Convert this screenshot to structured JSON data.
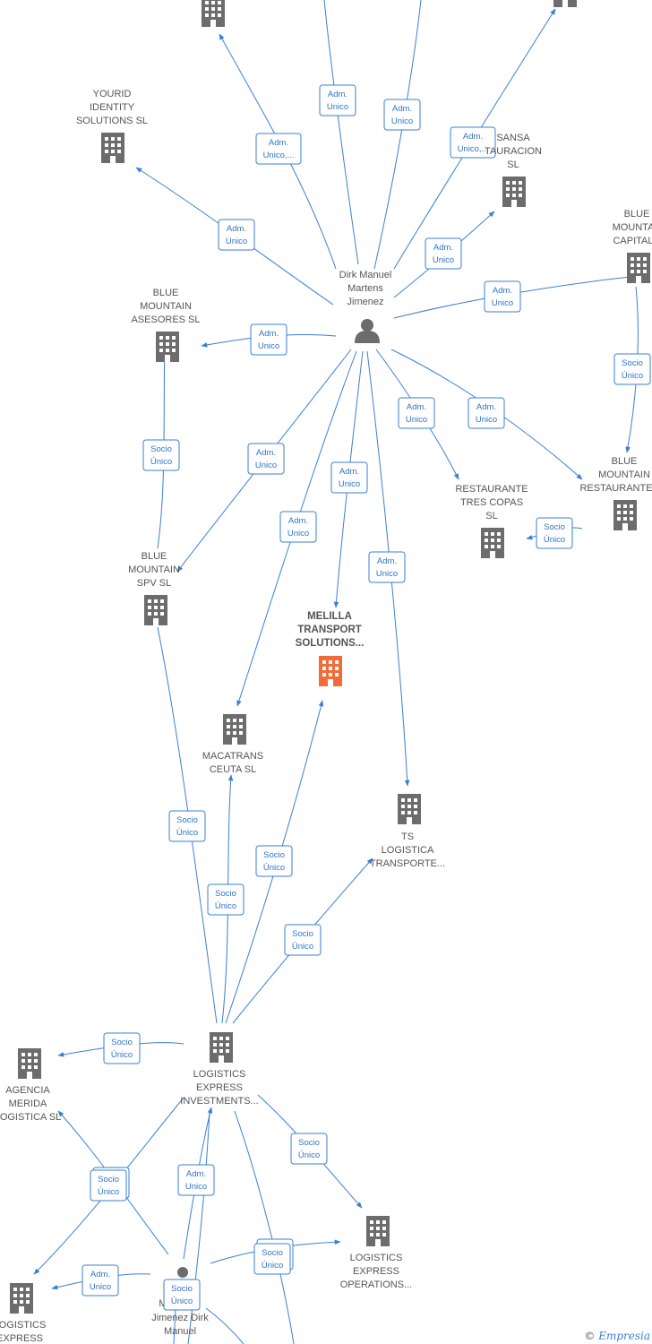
{
  "colors": {
    "edge": "#3a7fd5",
    "node": "#6c6c6c",
    "highlight": "#f26b3a"
  },
  "nodes": [
    {
      "id": "top-left-company",
      "label": [],
      "icon": "building-icon"
    },
    {
      "id": "top-right-company",
      "label": [],
      "icon": "building-icon"
    },
    {
      "id": "yourid",
      "label": [
        "YOURID",
        "IDENTITY",
        "SOLUTIONS SL"
      ],
      "icon": "building-icon"
    },
    {
      "id": "sansa",
      "label": [
        "SANSA",
        "TAURACION",
        "SL"
      ],
      "icon": "building-icon"
    },
    {
      "id": "blue-mountain-capital",
      "label": [
        "BLUE",
        "MOUNTA",
        "CAPITAL"
      ],
      "icon": "building-icon"
    },
    {
      "id": "dirk",
      "label": [
        "Dirk Manuel",
        "Martens",
        "Jimenez"
      ],
      "icon": "person-icon"
    },
    {
      "id": "blue-mountain-asesores",
      "label": [
        "BLUE",
        "MOUNTAIN",
        "ASESORES SL"
      ],
      "icon": "building-icon"
    },
    {
      "id": "restaurante-tres-copas",
      "label": [
        "RESTAURANTE",
        "TRES COPAS",
        "SL"
      ],
      "icon": "building-icon"
    },
    {
      "id": "blue-mountain-restaurantes",
      "label": [
        "BLUE",
        "MOUNTAIN",
        "RESTAURANTE"
      ],
      "icon": "building-icon"
    },
    {
      "id": "blue-mountain-spv",
      "label": [
        "BLUE",
        "MOUNTAIN",
        "SPV SL"
      ],
      "icon": "building-icon"
    },
    {
      "id": "melilla",
      "label": [
        "MELILLA",
        "TRANSPORT",
        "SOLUTIONS..."
      ],
      "icon": "building-icon",
      "highlight": true
    },
    {
      "id": "macatrans",
      "label": [
        "MACATRANS",
        "CEUTA SL"
      ],
      "icon": "building-icon"
    },
    {
      "id": "ts-logistica",
      "label": [
        "TS",
        "LOGISTICA",
        "TRANSPORTE..."
      ],
      "icon": "building-icon"
    },
    {
      "id": "logistics-express-investments",
      "label": [
        "LOGISTICS",
        "EXPRESS",
        "INVESTMENTS..."
      ],
      "icon": "building-icon"
    },
    {
      "id": "agencia-merida",
      "label": [
        "AGENCIA",
        "MERIDA",
        "LOGISTICA SL"
      ],
      "icon": "building-icon"
    },
    {
      "id": "logistics-express-operations",
      "label": [
        "LOGISTICS",
        "EXPRESS",
        "OPERATIONS..."
      ],
      "icon": "building-icon"
    },
    {
      "id": "logistics-express-bottom",
      "label": [
        "LOGISTICS",
        "EXPRESS"
      ],
      "icon": "building-icon"
    },
    {
      "id": "jimenez-dirk",
      "label": [
        "M",
        "Jimenez Dirk",
        "Manuel"
      ],
      "icon": "person-icon"
    }
  ],
  "edges": [
    {
      "id": "dirk-topleft",
      "label": [
        "Adm.",
        "Unico,..."
      ]
    },
    {
      "id": "dirk-topA",
      "label": [
        "Adm.",
        "Unico"
      ]
    },
    {
      "id": "dirk-topB",
      "label": [
        "Adm.",
        "Unico"
      ]
    },
    {
      "id": "dirk-topright",
      "label": [
        "Adm.",
        "Unico,..."
      ]
    },
    {
      "id": "dirk-yourid",
      "label": [
        "Adm.",
        "Unico"
      ]
    },
    {
      "id": "dirk-sansa",
      "label": [
        "Adm.",
        "Unico"
      ]
    },
    {
      "id": "dirk-bmcapital",
      "label": [
        "Adm.",
        "Unico"
      ]
    },
    {
      "id": "dirk-asesores",
      "label": [
        "Adm.",
        "Unico"
      ]
    },
    {
      "id": "dirk-tres",
      "label": [
        "Adm.",
        "Unico"
      ]
    },
    {
      "id": "dirk-bmrest",
      "label": [
        "Adm.",
        "Unico"
      ]
    },
    {
      "id": "dirk-spv",
      "label": [
        "Adm.",
        "Unico"
      ]
    },
    {
      "id": "dirk-melilla",
      "label": [
        "Adm.",
        "Unico"
      ]
    },
    {
      "id": "dirk-macatrans",
      "label": [
        "Adm.",
        "Unico"
      ]
    },
    {
      "id": "dirk-ts",
      "label": [
        "Adm.",
        "Unico"
      ]
    },
    {
      "id": "bmcap-bmrest",
      "label": [
        "Socio",
        "Único"
      ]
    },
    {
      "id": "bmrest-tres",
      "label": [
        "Socio",
        "Único"
      ]
    },
    {
      "id": "spv-asesores",
      "label": [
        "Socio",
        "Único"
      ]
    },
    {
      "id": "lei-spv",
      "label": [
        "Socio",
        "Único"
      ]
    },
    {
      "id": "lei-macatrans",
      "label": [
        "Socio",
        "Único"
      ]
    },
    {
      "id": "lei-melilla",
      "label": [
        "Socio",
        "Único"
      ]
    },
    {
      "id": "lei-ts",
      "label": [
        "Socio",
        "Único"
      ]
    },
    {
      "id": "lei-merida",
      "label": [
        "Socio",
        "Único"
      ]
    },
    {
      "id": "lei-operations",
      "label": [
        "Socio",
        "Único"
      ]
    },
    {
      "id": "lower-cross",
      "label": [
        "Socio",
        "Único"
      ]
    },
    {
      "id": "jd-lei",
      "label": [
        "Adm.",
        "Unico"
      ]
    },
    {
      "id": "jd-operations",
      "label": [
        "Socio",
        "Único"
      ]
    },
    {
      "id": "jd-lebottom",
      "label": [
        "Adm.",
        "Unico"
      ]
    },
    {
      "id": "jd-socio",
      "label": [
        "Socio",
        "Único"
      ]
    }
  ],
  "footer": {
    "copyright_symbol": "©",
    "brand": "Empresia"
  }
}
